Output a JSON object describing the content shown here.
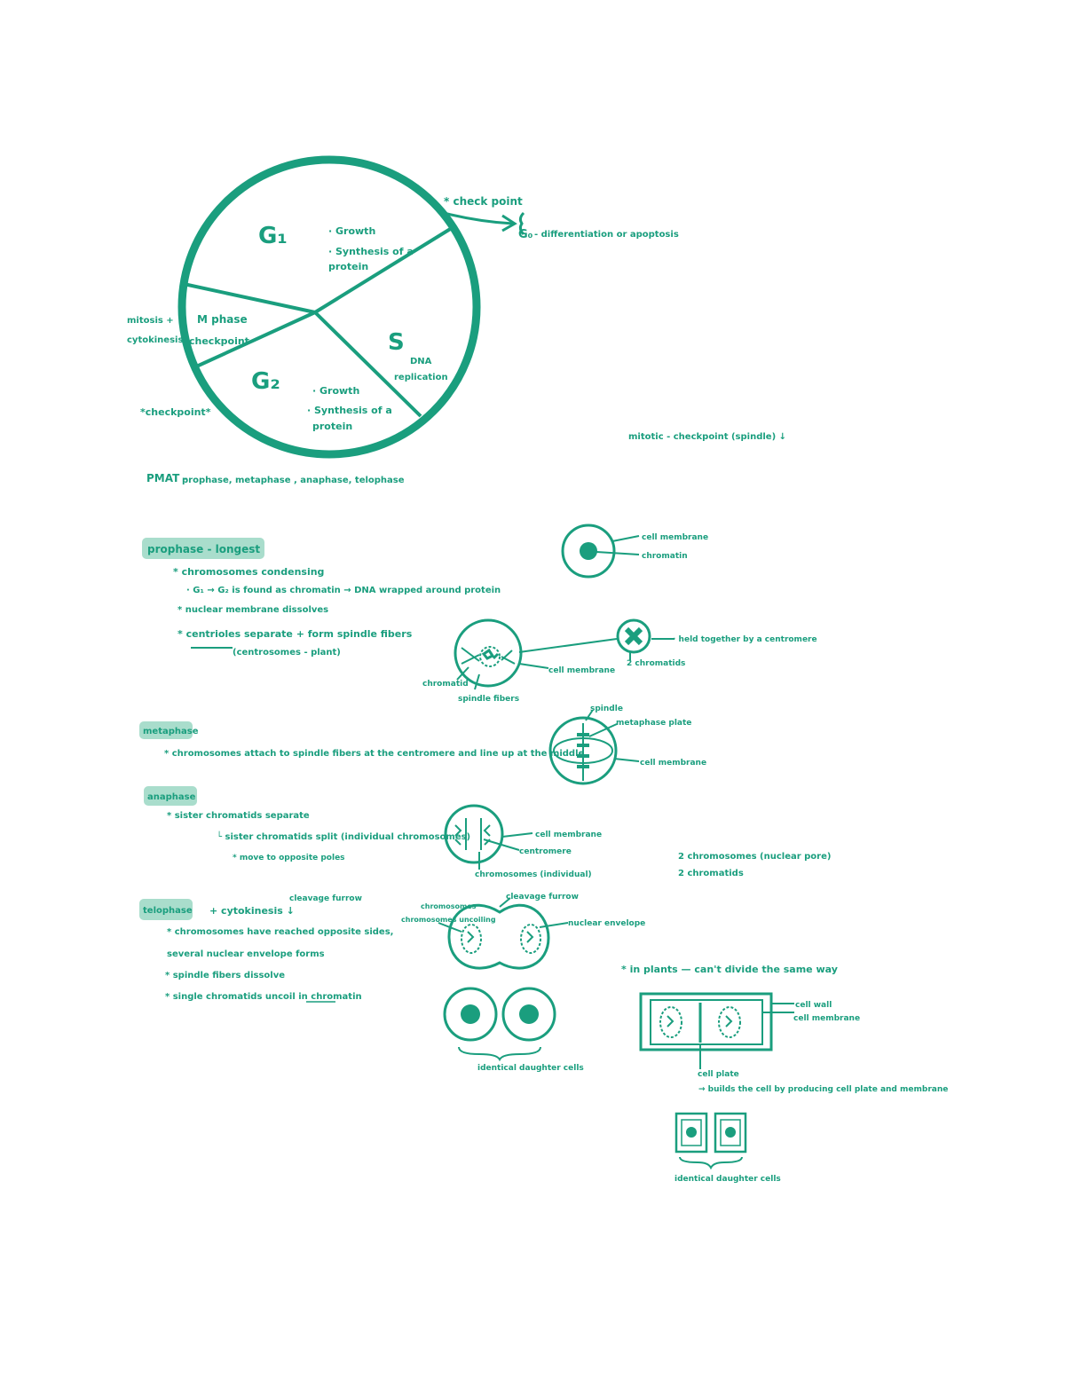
{
  "colors": {
    "ink": "#1a9e7e",
    "highlight": "#a9ddcc",
    "paper": "#ffffff"
  },
  "cycle": {
    "g1": {
      "label": "G₁",
      "notes": [
        "· Growth",
        "· Synthesis of a",
        "protein"
      ]
    },
    "s": {
      "label": "S",
      "notes": [
        "DNA",
        "replication"
      ]
    },
    "g2": {
      "label": "G₂",
      "notes": [
        "· Growth",
        "· Synthesis of a",
        "protein"
      ]
    },
    "m": {
      "label": "M phase",
      "sub": "checkpoint"
    },
    "mitosis_label": [
      "mitosis +",
      "cytokinesis"
    ],
    "checkpoint_top": "* check point",
    "g0_label": "G₀",
    "g0_note": "- differentiation or apoptosis",
    "checkpoint_left": "*checkpoint*",
    "spindle_note": "mitotic - checkpoint (spindle) ↓"
  },
  "pmat": {
    "abbr": "PMAT -",
    "phases": "prophase, metaphase , anaphase, telophase"
  },
  "prophase": {
    "heading": "prophase - longest",
    "lines": [
      "* chromosomes condensing",
      "· G₁ → G₂ is found as chromatin → DNA wrapped around protein",
      "* nuclear membrane dissolves",
      "* centrioles separate + form spindle fibers",
      "(centrosomes - plant)"
    ],
    "diagram_labels": [
      "cell membrane",
      "chromatin",
      "chromatid",
      "spindle fibers",
      "cell membrane",
      "2 chromatids",
      "· held together by a centromere"
    ]
  },
  "metaphase": {
    "heading": "metaphase",
    "lines": [
      "* chromosomes attach to spindle fibers at the centromere and line up at the middle"
    ],
    "diagram_labels": [
      "spindle",
      "metaphase plate",
      "cell membrane"
    ]
  },
  "anaphase": {
    "heading": "anaphase",
    "lines": [
      "* sister chromatids separate",
      "└ sister chromatids split (individual chromosomes)",
      "* move to opposite poles"
    ],
    "diagram_labels": [
      "cell membrane",
      "centromere",
      "chromosomes (individual)"
    ],
    "side_notes": [
      "2 chromosomes (nuclear pore)",
      "2 chromatids"
    ]
  },
  "telophase": {
    "heading": "telophase",
    "extra": "+ cytokinesis ↓",
    "extra_sup": "cleavage furrow",
    "lines": [
      "* chromosomes have reached opposite sides,",
      "several nuclear envelope forms",
      "* spindle fibers dissolve",
      "* single chromatids uncoil in chromatin"
    ],
    "diagram_labels": [
      "chromosomes uncoiling",
      "cleavage furrow",
      "nuclear envelope"
    ],
    "daughter_label": "identical daughter cells"
  },
  "plants": {
    "title": "* in plants — can't divide the same way",
    "labels": [
      "cell wall",
      "cell membrane"
    ],
    "plate_label": "cell plate",
    "plate_note": "→ builds the cell by producing cell plate and membrane",
    "daughter_label": "identical daughter cells"
  }
}
